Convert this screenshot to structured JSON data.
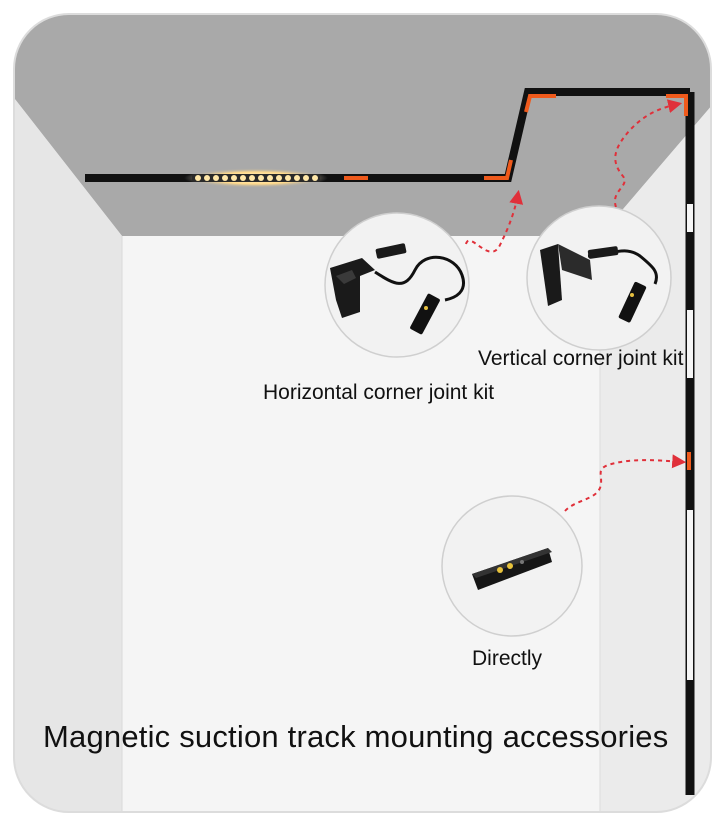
{
  "labels": {
    "horizontal_kit": "Horizontal corner joint kit",
    "vertical_kit": "Vertical corner joint kit",
    "directly": "Directly"
  },
  "title": "Magnetic suction track mounting accessories",
  "colors": {
    "ceiling": "#a9a9a9",
    "wall_left": "#e9e9e9",
    "wall_back": "#f4f4f4",
    "wall_right": "#ececec",
    "track": "#111111",
    "accent": "#ef5a1c",
    "arrow": "#e0303a",
    "led": "#ffd27a"
  },
  "icons": {
    "horizontal_connector": "horizontal-corner-connector-icon",
    "vertical_connector": "vertical-corner-connector-icon",
    "straight_connector": "straight-connector-icon"
  }
}
